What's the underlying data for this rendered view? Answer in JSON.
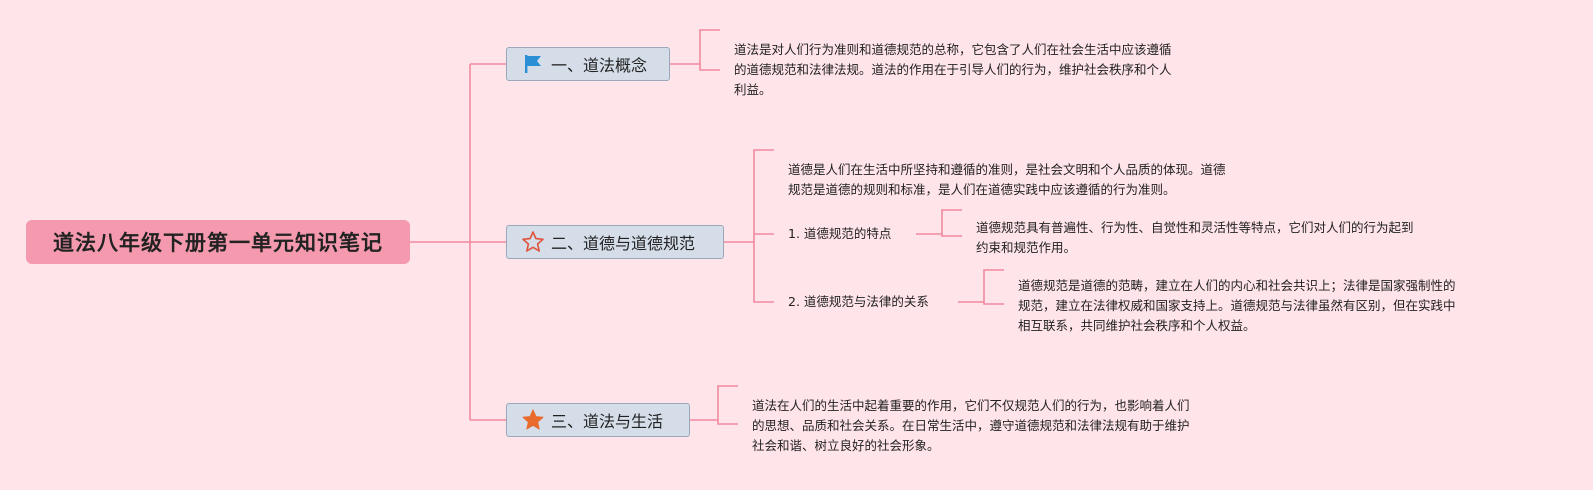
{
  "root": {
    "title": "道法八年级下册第一单元知识笔记"
  },
  "branches": [
    {
      "label": "一、道法概念",
      "icon": "flag-icon",
      "text_lines": [
        "道法是对人们行为准则和道德规范的总称，它包含了人们在社会生活中应该遵循",
        "的道德规范和法律法规。道法的作用在于引导人们的行为，维护社会秩序和个人",
        "利益。"
      ]
    },
    {
      "label": "二、道德与道德规范",
      "icon": "star-outline-icon",
      "text_lines": [
        "道德是人们在生活中所坚持和遵循的准则，是社会文明和个人品质的体现。道德",
        "规范是道德的规则和标准，是人们在道德实践中应该遵循的行为准则。"
      ],
      "subs": [
        {
          "label": "1. 道德规范的特点",
          "text_lines": [
            "道德规范具有普遍性、行为性、自觉性和灵活性等特点，它们对人们的行为起到",
            "约束和规范作用。"
          ]
        },
        {
          "label": "2. 道德规范与法律的关系",
          "text_lines": [
            "道德规范是道德的范畴，建立在人们的内心和社会共识上；法律是国家强制性的",
            "规范，建立在法律权威和国家支持上。道德规范与法律虽然有区别，但在实践中",
            "相互联系，共同维护社会秩序和个人权益。"
          ]
        }
      ]
    },
    {
      "label": "三、道法与生活",
      "icon": "star-filled-icon",
      "text_lines": [
        "道法在人们的生活中起着重要的作用，它们不仅规范人们的行为，也影响着人们",
        "的思想、品质和社会关系。在日常生活中，遵守道德规范和法律法规有助于维护",
        "社会和谐、树立良好的社会形象。"
      ]
    }
  ],
  "colors": {
    "background": "#ffe4ea",
    "root_fill": "#f59aae",
    "branch_fill": "#d4dde8",
    "connector": "#f08aa0",
    "flag": "#2b8fd6",
    "star_outline": "#e0533a",
    "star_filled": "#e86a2c"
  }
}
